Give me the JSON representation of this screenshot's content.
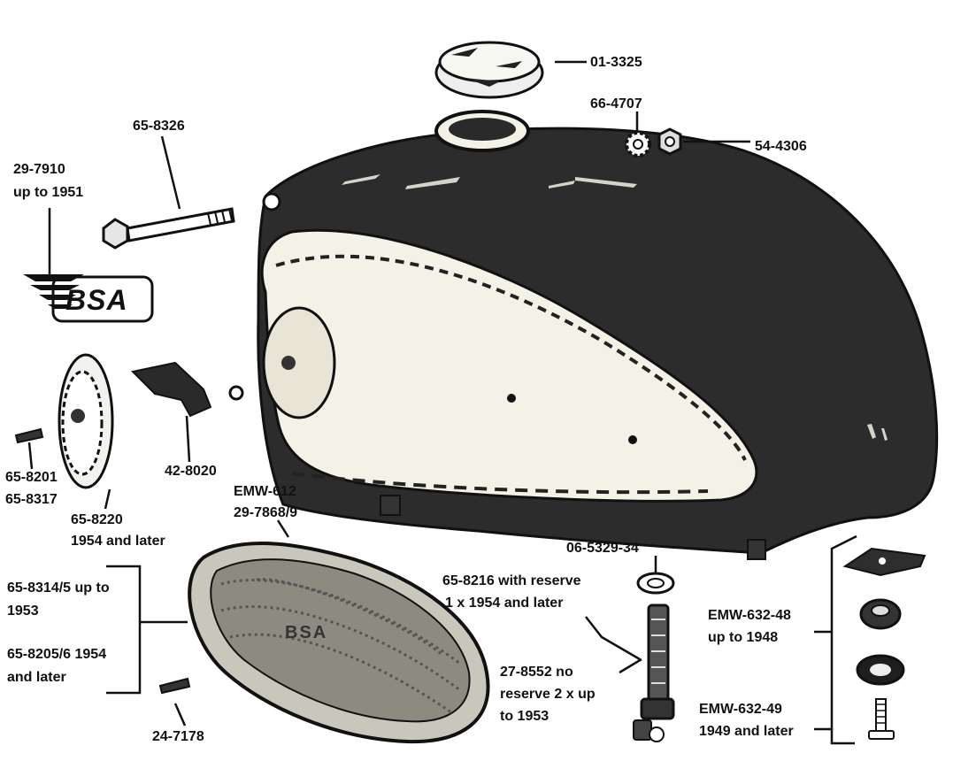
{
  "diagram": {
    "colors": {
      "ink": "#1a1a1a",
      "dark_paint": "#2c2c2c",
      "panel": "#f4f1e6",
      "paper": "#ffffff"
    },
    "badge_text": "BSA",
    "knee_pad_text": "BSA",
    "labels": {
      "filler_cap": "01-3325",
      "shakeproof_washer": "66-4707",
      "nut": "54-4306",
      "rear_bolt": "65-8326",
      "badge_line1": "29-7910",
      "badge_line2": "up to 1951",
      "badge_screw_1": "65-8201",
      "badge_screw_2": "65-8317",
      "bracket": "42-8020",
      "round_badge_1": "65-8220",
      "round_badge_2": "1954 and later",
      "knee_grip_1": "EMW-612",
      "knee_grip_2": "29-7868/9",
      "knee_grip_left_1": "65-8314/5 up to",
      "knee_grip_left_2": "1953",
      "knee_grip_left_3": "65-8205/6  1954",
      "knee_grip_left_4": "and later",
      "knee_grip_screw": "24-7178",
      "tap_washer": "06-5329-34",
      "tap_reserve_1": "65-8216 with reserve",
      "tap_reserve_2": "1 x 1954 and later",
      "tap_noreserve_1": "27-8552 no",
      "tap_noreserve_2": "reserve 2 x up",
      "tap_noreserve_3": "to 1953",
      "mount_a_1": "EMW-632-48",
      "mount_a_2": "up to 1948",
      "mount_b_1": "EMW-632-49",
      "mount_b_2": "1949 and later"
    }
  }
}
